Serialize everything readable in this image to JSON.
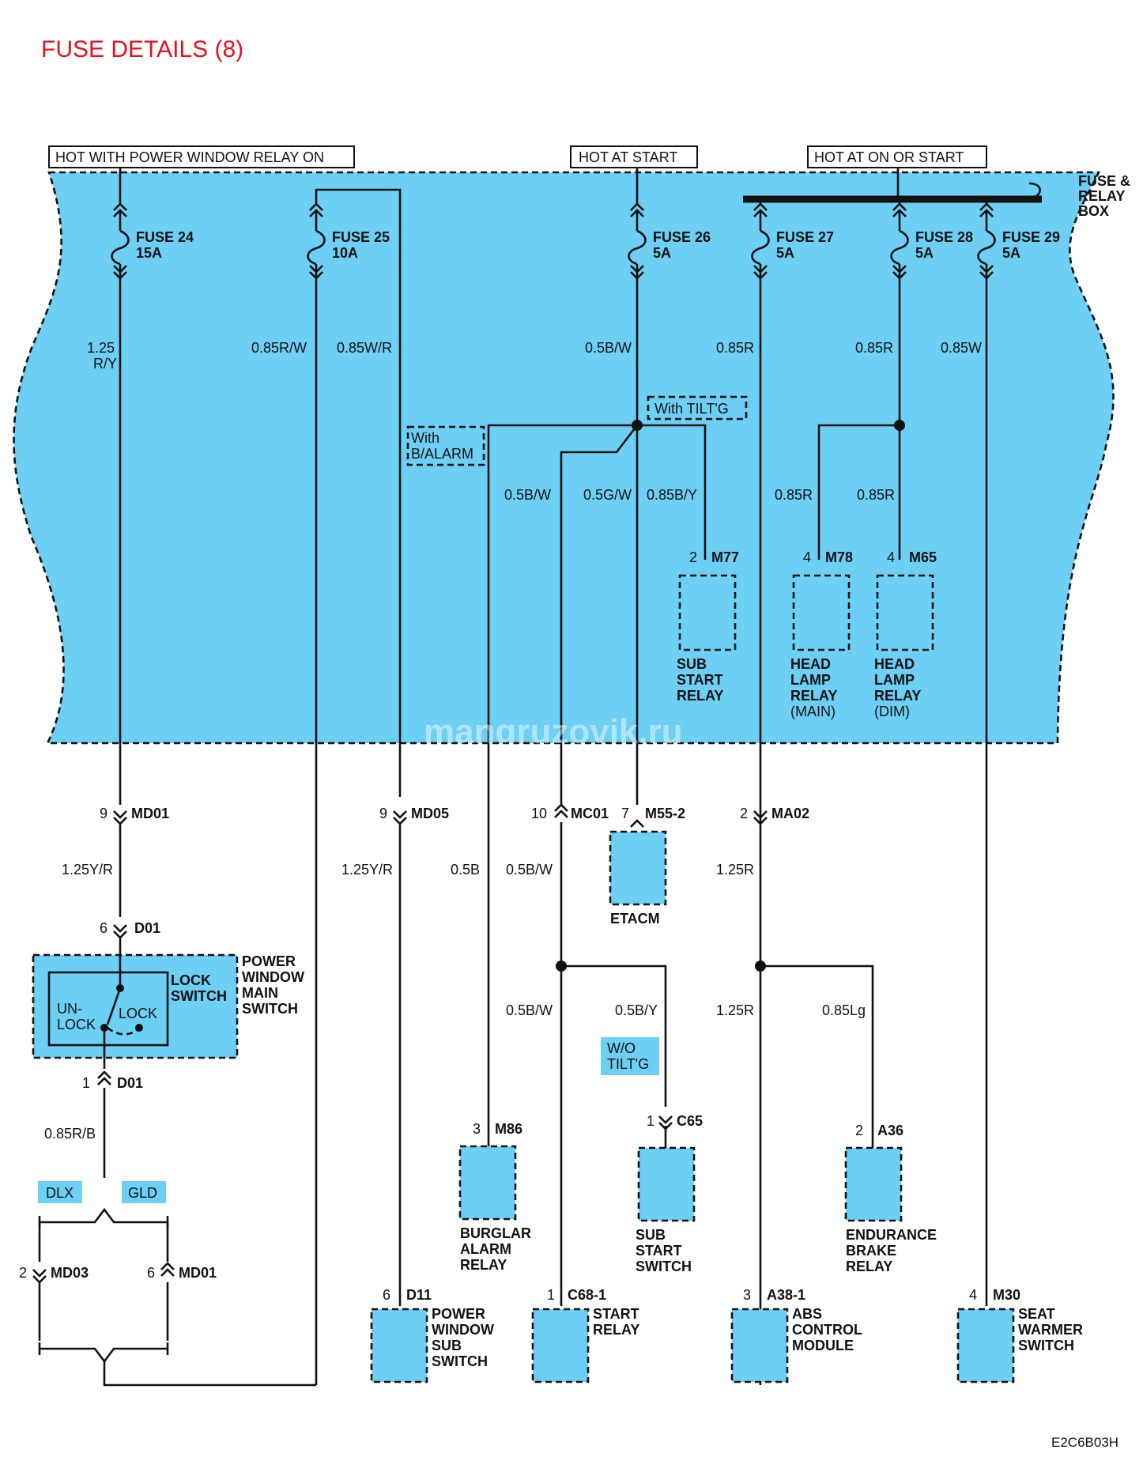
{
  "title": "FUSE DETAILS (8)",
  "diagram_code": "E2C6B03H",
  "watermark": "mangruzovik.ru",
  "box_label": [
    "FUSE &",
    "RELAY",
    "BOX"
  ],
  "supplies": {
    "power_window": "HOT WITH POWER WINDOW RELAY ON",
    "start": "HOT AT START",
    "on_start": "HOT AT ON OR START"
  },
  "fuses": [
    {
      "name": "FUSE 24",
      "rating": "15A"
    },
    {
      "name": "FUSE 25",
      "rating": "10A"
    },
    {
      "name": "FUSE 26",
      "rating": "5A"
    },
    {
      "name": "FUSE 27",
      "rating": "5A"
    },
    {
      "name": "FUSE 28",
      "rating": "5A"
    },
    {
      "name": "FUSE 29",
      "rating": "5A"
    }
  ],
  "wires": {
    "f24": [
      "1.25",
      "R/Y"
    ],
    "f25": "0.85R/W",
    "f25b": "0.85W/R",
    "f26": "0.5B/W",
    "f27": "0.85R",
    "f28": "0.85R",
    "f29": "0.85W",
    "m86_in": "0.5B/W",
    "mc01_in": "0.5G/W",
    "m77_in": "0.85B/Y",
    "m78_in": "0.85R",
    "m65_in": "0.85R",
    "md01_out": "1.25Y/R",
    "md05_out": "1.25Y/R",
    "m86_out": "0.5B",
    "mc01_out": "0.5B/W",
    "ma02_out": "1.25R",
    "c68_in": "0.5B/W",
    "c65_in": "0.5B/Y",
    "a38_in": "1.25R",
    "a36_in": "0.85Lg",
    "d01_out": "0.85R/B"
  },
  "options": {
    "alarm": [
      "With",
      "B/ALARM"
    ],
    "tilt": "With TILT'G",
    "wo_tilt": [
      "W/O",
      "TILT'G"
    ],
    "dlx": "DLX",
    "gld": "GLD"
  },
  "connectors": {
    "md01_top": {
      "pin": "9",
      "name": "MD01"
    },
    "md05": {
      "pin": "9",
      "name": "MD05"
    },
    "mc01": {
      "pin": "10",
      "name": "MC01"
    },
    "m55": {
      "pin": "7",
      "name": "M55-2"
    },
    "ma02": {
      "pin": "2",
      "name": "MA02"
    },
    "d01_top": {
      "pin": "6",
      "name": "D01"
    },
    "d01_bot": {
      "pin": "1",
      "name": "D01"
    },
    "m77": {
      "pin": "2",
      "name": "M77"
    },
    "m78": {
      "pin": "4",
      "name": "M78"
    },
    "m65": {
      "pin": "4",
      "name": "M65"
    },
    "m86": {
      "pin": "3",
      "name": "M86"
    },
    "c65": {
      "pin": "1",
      "name": "C65"
    },
    "a36": {
      "pin": "2",
      "name": "A36"
    },
    "md03": {
      "pin": "2",
      "name": "MD03"
    },
    "md01_gld": {
      "pin": "6",
      "name": "MD01"
    },
    "d11": {
      "pin": "6",
      "name": "D11"
    },
    "c68": {
      "pin": "1",
      "name": "C68-1"
    },
    "a38": {
      "pin": "3",
      "name": "A38-1"
    },
    "m30": {
      "pin": "4",
      "name": "M30"
    }
  },
  "components": {
    "sub_start_relay": [
      "SUB",
      "START",
      "RELAY"
    ],
    "head_lamp_main": [
      "HEAD",
      "LAMP",
      "RELAY",
      "(MAIN)"
    ],
    "head_lamp_dim": [
      "HEAD",
      "LAMP",
      "RELAY",
      "(DIM)"
    ],
    "etacm": "ETACM",
    "pw_main_switch": [
      "POWER",
      "WINDOW",
      "MAIN",
      "SWITCH"
    ],
    "lock_switch": [
      "LOCK",
      "SWITCH"
    ],
    "unlock": [
      "UN-",
      "LOCK"
    ],
    "lock": "LOCK",
    "burglar_alarm_relay": [
      "BURGLAR",
      "ALARM",
      "RELAY"
    ],
    "sub_start_switch": [
      "SUB",
      "START",
      "SWITCH"
    ],
    "endurance_brake_relay": [
      "ENDURANCE",
      "BRAKE",
      "RELAY"
    ],
    "pw_sub_switch": [
      "POWER",
      "WINDOW",
      "SUB",
      "SWITCH"
    ],
    "start_relay": [
      "START",
      "RELAY"
    ],
    "abs_module": [
      "ABS",
      "CONTROL",
      "MODULE"
    ],
    "seat_warmer_switch": [
      "SEAT",
      "WARMER",
      "SWITCH"
    ]
  }
}
